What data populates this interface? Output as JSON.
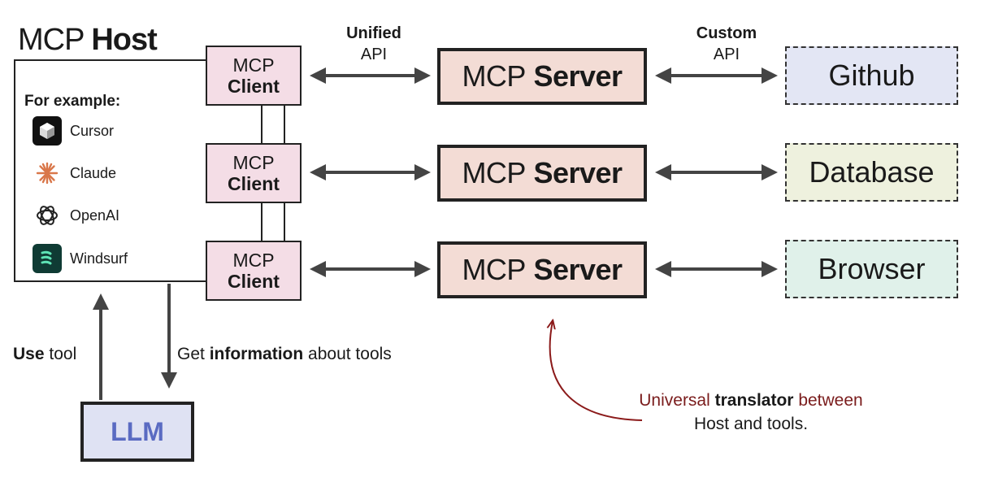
{
  "host": {
    "title_plain": "MCP",
    "title_bold": "Host",
    "example_label": "For example:",
    "apps": [
      {
        "name": "Cursor",
        "icon": "cursor-icon"
      },
      {
        "name": "Claude",
        "icon": "claude-icon"
      },
      {
        "name": "OpenAI",
        "icon": "openai-icon"
      },
      {
        "name": "Windsurf",
        "icon": "windsurf-icon"
      }
    ]
  },
  "client": {
    "line1": "MCP",
    "line2": "Client"
  },
  "server": {
    "plain": "MCP",
    "bold": "Server"
  },
  "labels": {
    "unified_bold": "Unified",
    "unified_api": "API",
    "custom_bold": "Custom",
    "custom_api": "API"
  },
  "resources": [
    {
      "name": "Github",
      "color": "#e3e6f4"
    },
    {
      "name": "Database",
      "color": "#eef1de"
    },
    {
      "name": "Browser",
      "color": "#e0f1ea"
    }
  ],
  "llm": {
    "label": "LLM"
  },
  "use_tool": {
    "bold": "Use",
    "rest": "tool"
  },
  "get_info": {
    "pre": "Get",
    "bold": "information",
    "post": "about tools"
  },
  "translator": {
    "pre": "Universal",
    "bold": "translator",
    "post": "between",
    "line2": "Host and tools."
  },
  "colors": {
    "client_fill": "#f4dde6",
    "server_fill": "#f3dcd5",
    "llm_fill": "#dfe2f3",
    "llm_text": "#5a6bc2",
    "annotation": "#8b1a1a"
  }
}
